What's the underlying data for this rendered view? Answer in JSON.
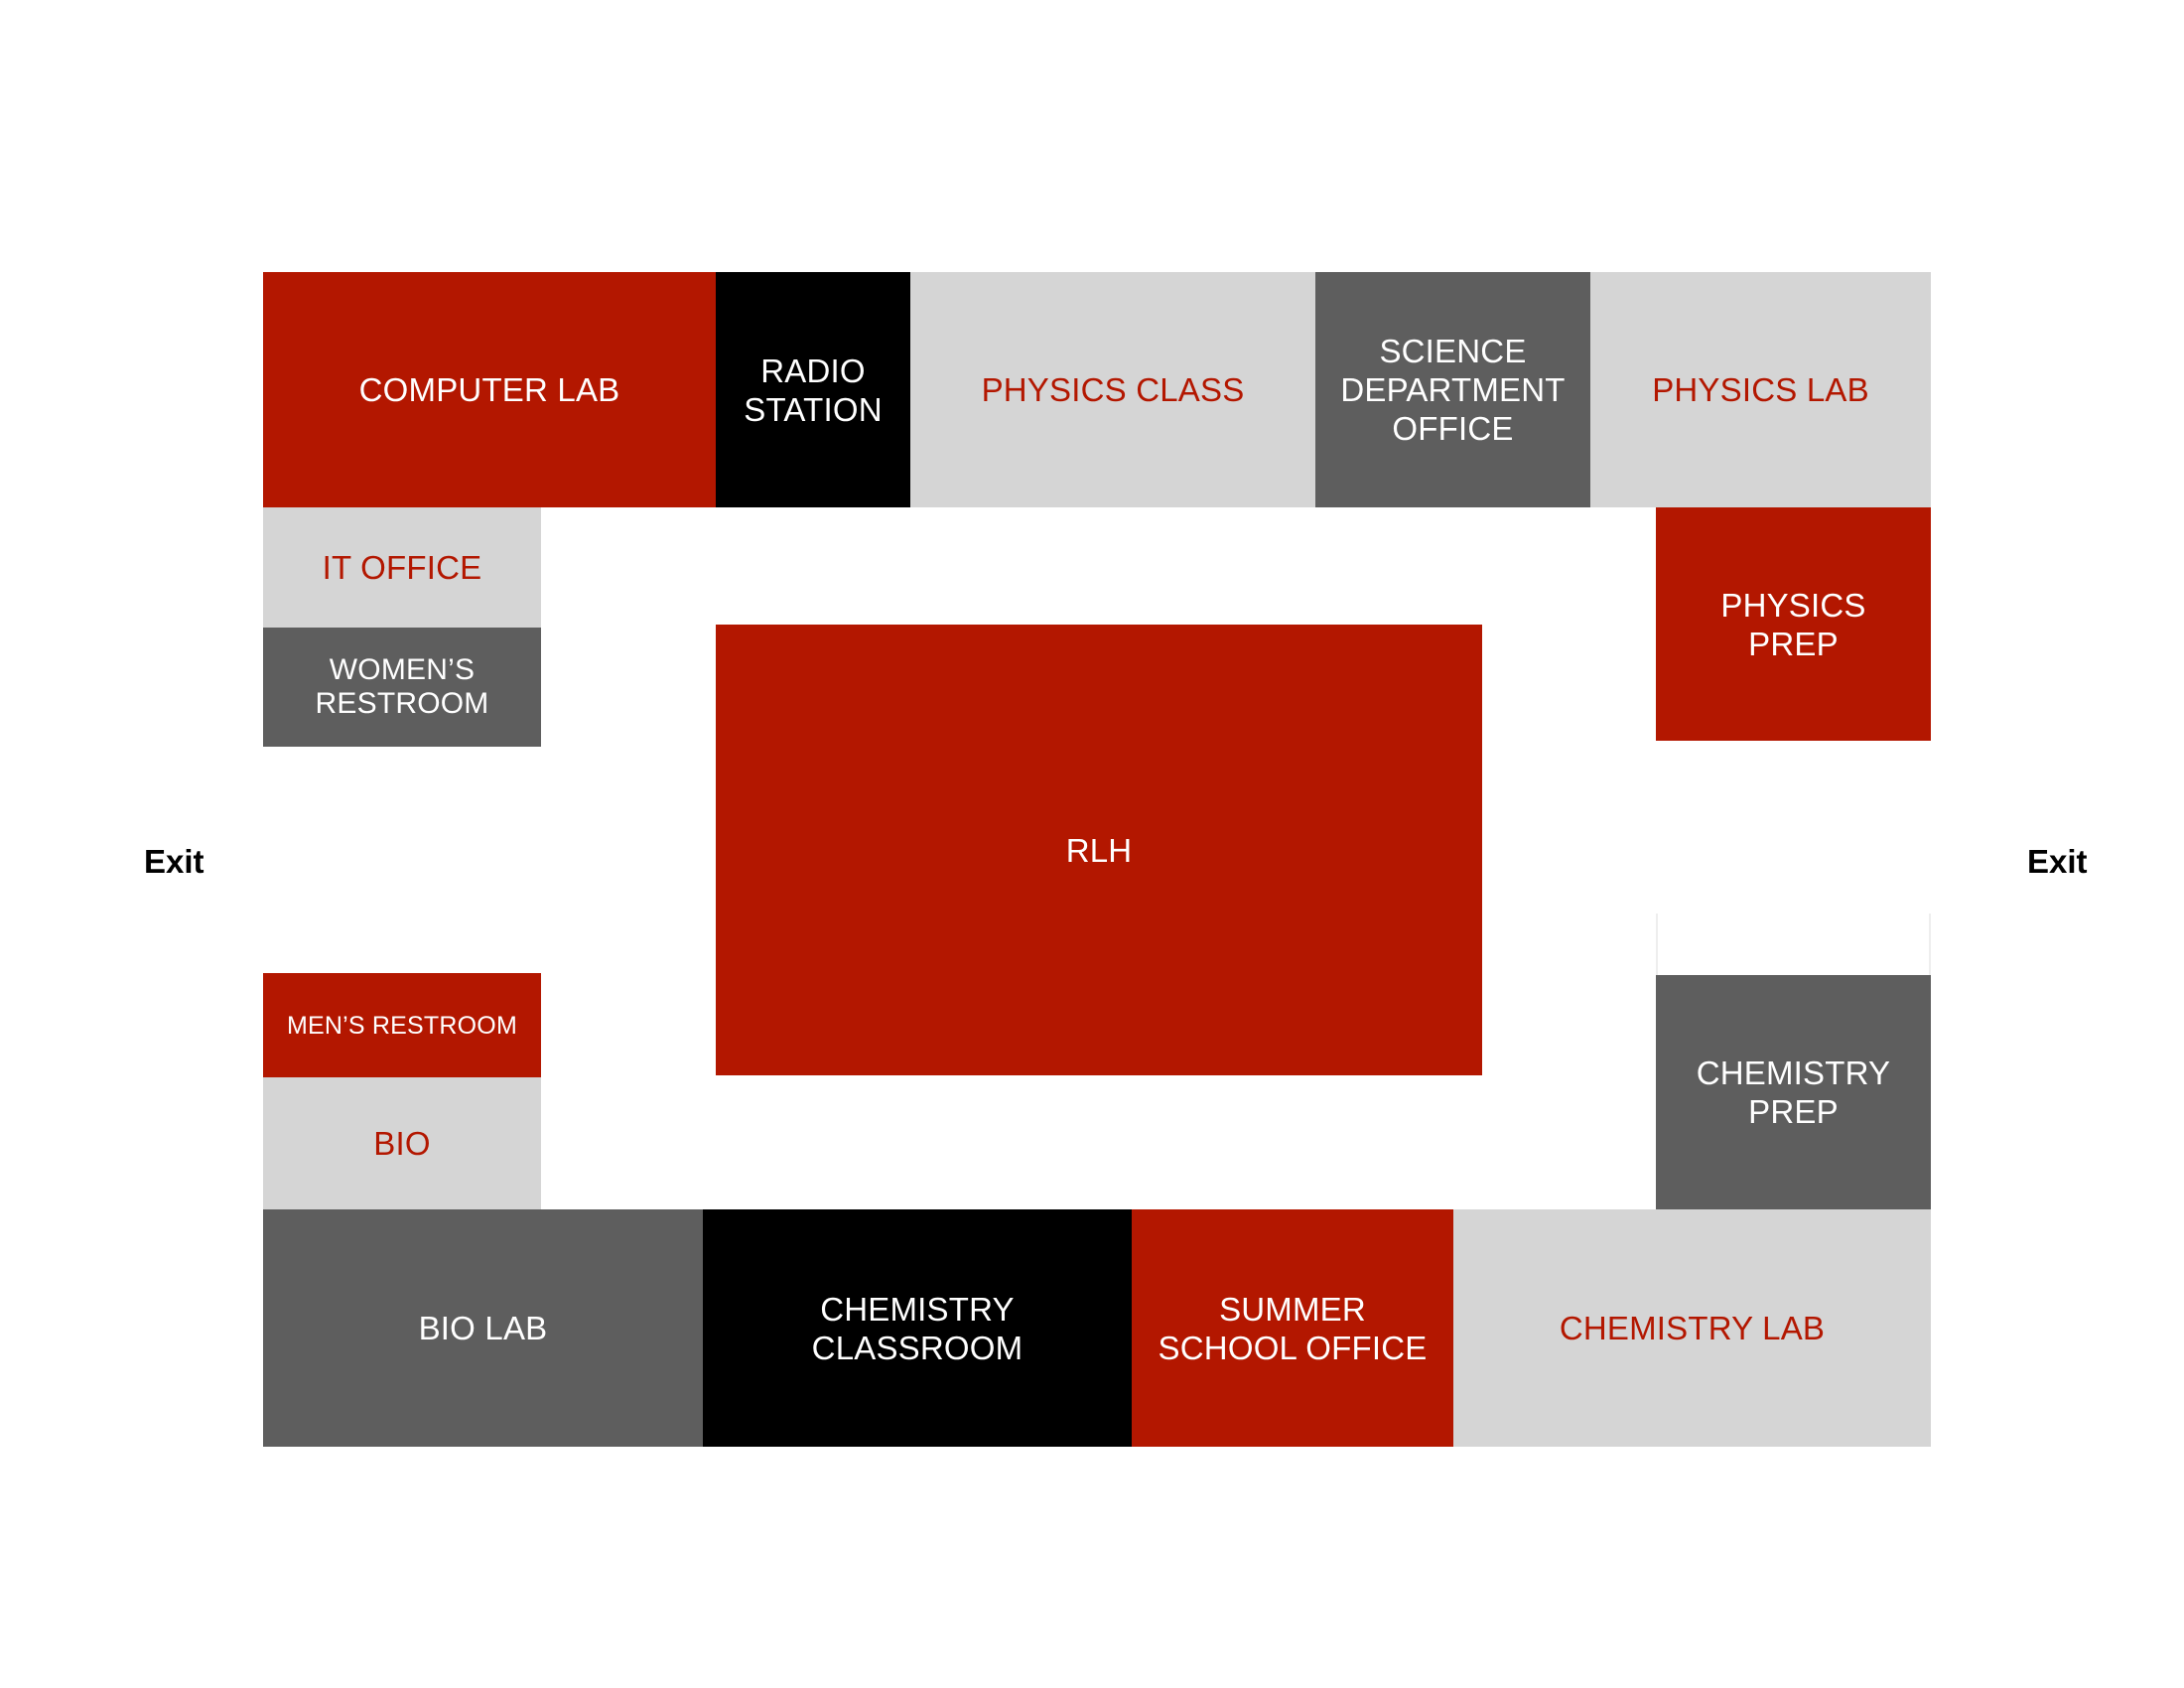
{
  "rooms": {
    "computer_lab": "COMPUTER LAB",
    "radio_station": "RADIO\nSTATION",
    "physics_class": "PHYSICS CLASS",
    "science_department_office": "SCIENCE\nDEPARTMENT\nOFFICE",
    "physics_lab": "PHYSICS LAB",
    "it_office": "IT OFFICE",
    "womens_restroom": "WOMEN’S\nRESTROOM",
    "physics_prep": "PHYSICS\nPREP",
    "rlh": "RLH",
    "mens_restroom": "MEN’S RESTROOM",
    "bio": "BIO",
    "chemistry_prep": "CHEMISTRY\nPREP",
    "bio_lab": "BIO LAB",
    "chemistry_classroom": "CHEMISTRY\nCLASSROOM",
    "summer_school_office": "SUMMER\nSCHOOL OFFICE",
    "chemistry_lab": "CHEMISTRY LAB"
  },
  "exits": {
    "left": "Exit",
    "right": "Exit"
  },
  "colors": {
    "red": "#b31700",
    "black": "#000000",
    "light_gray": "#d5d5d5",
    "dark_gray": "#5e5e5e"
  }
}
